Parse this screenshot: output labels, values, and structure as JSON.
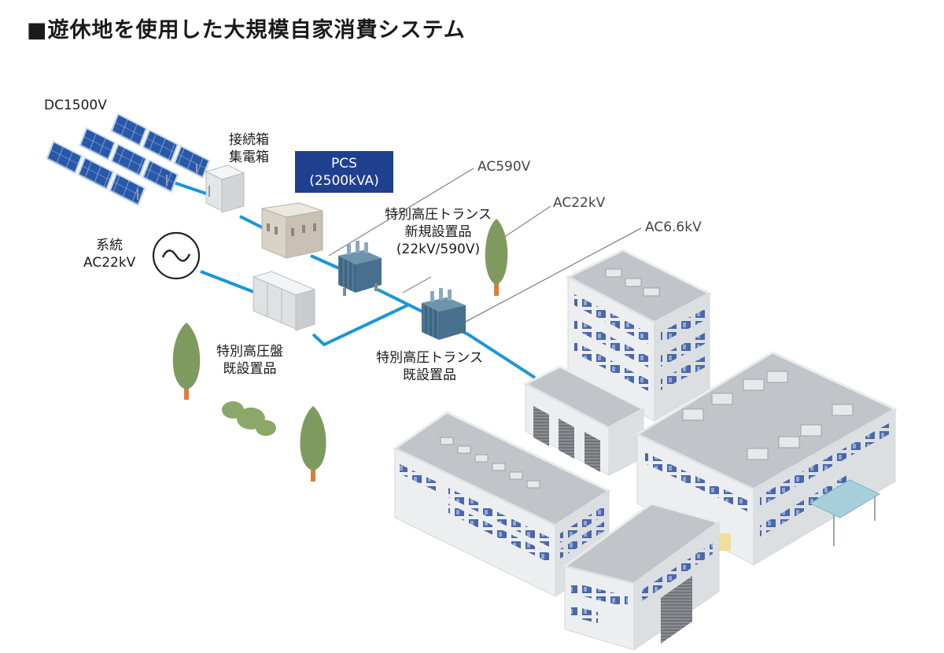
{
  "title": "■遊休地を使用した大規模自家消費システム",
  "labels": {
    "dc": "DC1500V",
    "junction": [
      "接続箱",
      "集電箱"
    ],
    "pcs": [
      "PCS",
      "(2500kVA)"
    ],
    "grid": [
      "系統",
      "AC22kV"
    ],
    "switchgear": [
      "特別高圧盤",
      "既設置品"
    ],
    "new_trans": [
      "特別高圧トランス",
      "新規設置品",
      "(22kV/590V)"
    ],
    "existing_trans": [
      "特別高圧トランス",
      "既設置品"
    ],
    "callouts": {
      "ac590": "AC590V",
      "ac22": "AC22kV",
      "ac66": "AC6.6kV"
    }
  },
  "colors": {
    "cable": "#1a96d8",
    "pcs_box": "#1f3f8f",
    "tree_green": "#7f9a5e",
    "trunk": "#e07b36",
    "building_wall": "#eceef0",
    "building_roof": "#b9bdc1",
    "window": "#4a67a8",
    "transformer": "#4e7894",
    "solar_panel": "#2a58a8"
  },
  "icons": [
    "solar-panel-icon",
    "junction-box-icon",
    "pcs-cabinet-icon",
    "ac-source-icon",
    "transformer-icon",
    "switchgear-icon",
    "tree-icon",
    "shrub-icon",
    "factory-building-icon"
  ]
}
